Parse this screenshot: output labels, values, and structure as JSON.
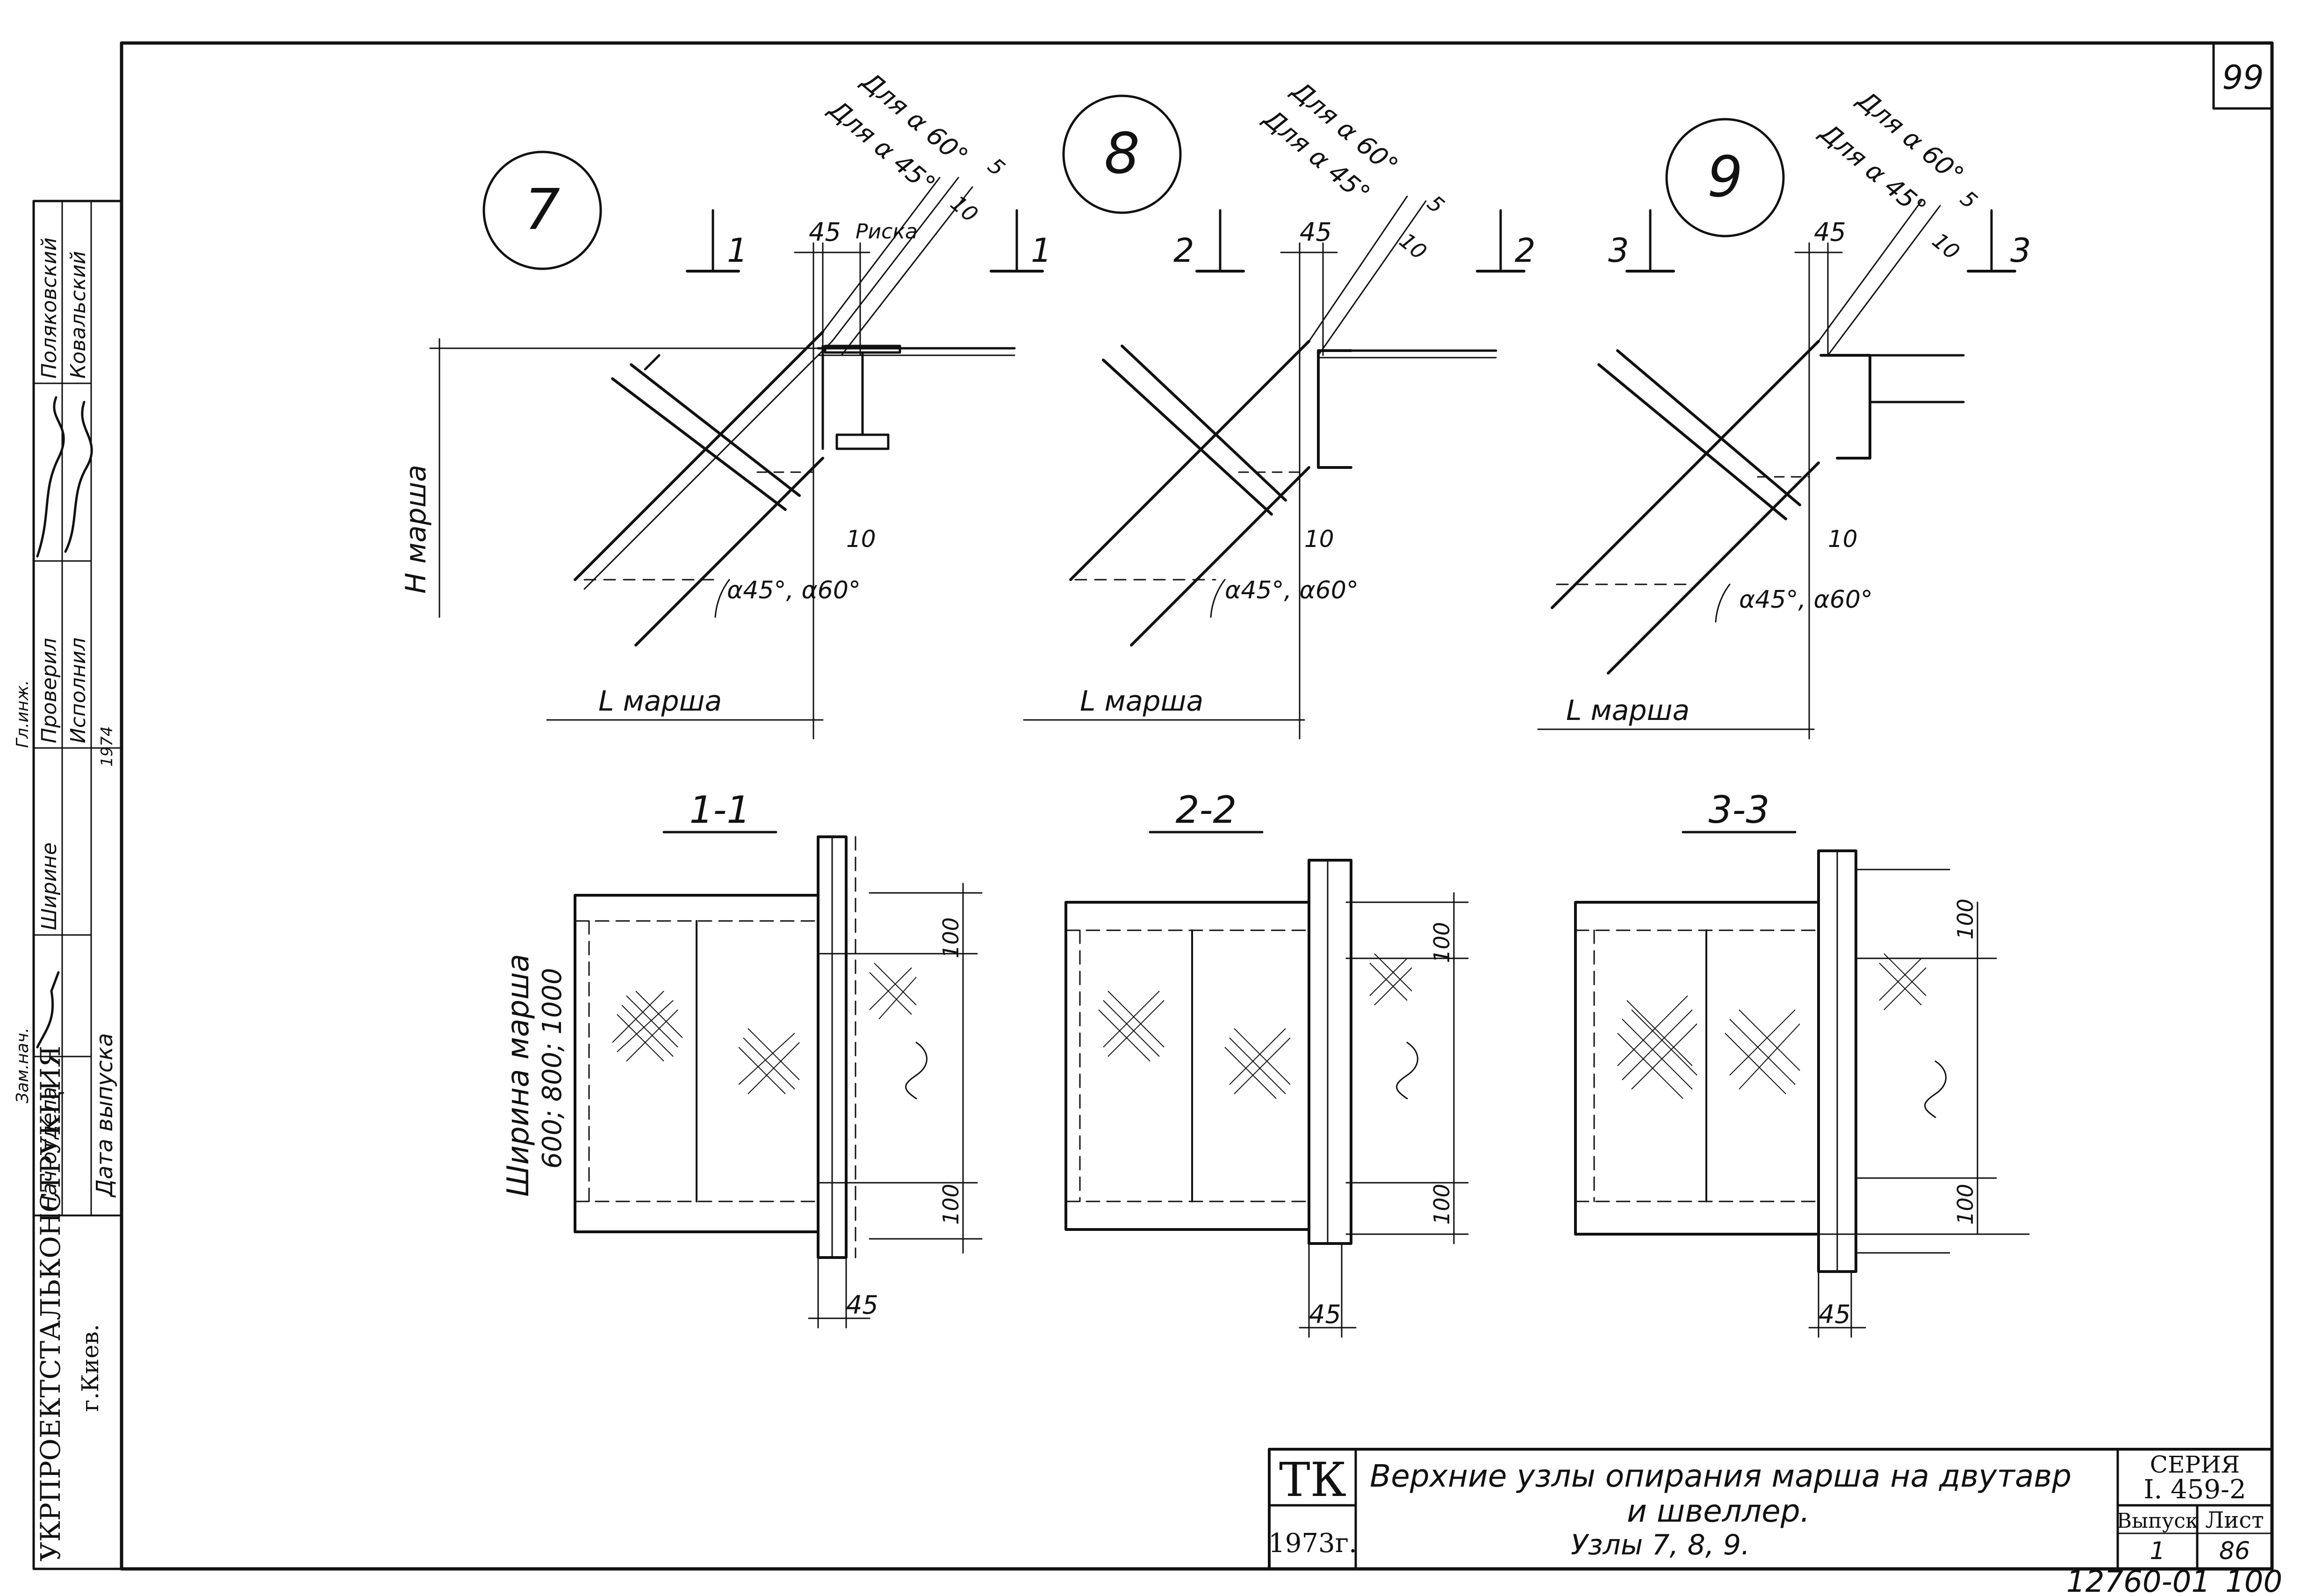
{
  "sheet": {
    "page_number": "99",
    "bottom_code": "12760-01",
    "bottom_page": "100"
  },
  "side_stamp": {
    "org_line1": "УКРПРОЕКТСТАЛЬКОНСТРУКЦИЯ",
    "org_line2": "г.Киев.",
    "date_label": "Дата  выпуска",
    "row_nach_otdela": "Нач.отдела",
    "row_shirine": "Ширине",
    "row_proveril": "Проверил",
    "row_ispolnil": "Исполнил",
    "name_polyakovskiy": "Поляковский",
    "name_kovalskiy": "Ковальский",
    "year_small": "1974",
    "cut_top": "Гл.инж.",
    "cut_mid": "Зам.нач."
  },
  "nodes": [
    {
      "id": "7",
      "section_mark": "1",
      "section_label": "1-1",
      "note_60": "Для α 60°",
      "note_45": "Для α 45°",
      "dim_5": "5",
      "dim_10": "10",
      "dim_45": "45",
      "riska": "Риска",
      "dim_10_low": "10",
      "angle": "α45°, α60°",
      "length_label": "L марша",
      "height_label": "Н марша",
      "width_label": "Ширина марша",
      "width_values": "600; 800; 1000",
      "dim_100_top": "100",
      "dim_100_bot": "100",
      "dim_45_bottom": "45"
    },
    {
      "id": "8",
      "section_mark": "2",
      "section_label": "2-2",
      "note_60": "Для α 60°",
      "note_45": "Для α 45°",
      "dim_5": "5",
      "dim_10": "10",
      "dim_45": "45",
      "dim_10_low": "10",
      "angle": "α45°, α60°",
      "length_label": "L марша",
      "dim_100_top": "100",
      "dim_100_bot": "100",
      "dim_45_bottom": "45"
    },
    {
      "id": "9",
      "section_mark": "3",
      "section_label": "3-3",
      "note_60": "Для α 60°",
      "note_45": "Для α 45°",
      "dim_5": "5",
      "dim_10": "10",
      "dim_45": "45",
      "dim_10_low": "10",
      "angle": "α45°, α60°",
      "length_label": "L марша",
      "dim_100_top": "100",
      "dim_100_bot": "100",
      "dim_45_bottom": "45"
    }
  ],
  "title_block": {
    "tk": "ТК",
    "year": "1973г.",
    "title_line1": "Верхние узлы опирания марша на двутавр",
    "title_line2": "и швеллер.",
    "title_line3": "Узлы  7, 8, 9.",
    "seriya_label": "СЕРИЯ",
    "seriya_value": "I. 459-2",
    "vypusk_label": "Выпуск",
    "vypusk_value": "1",
    "list_label": "Лист",
    "list_value": "86"
  }
}
